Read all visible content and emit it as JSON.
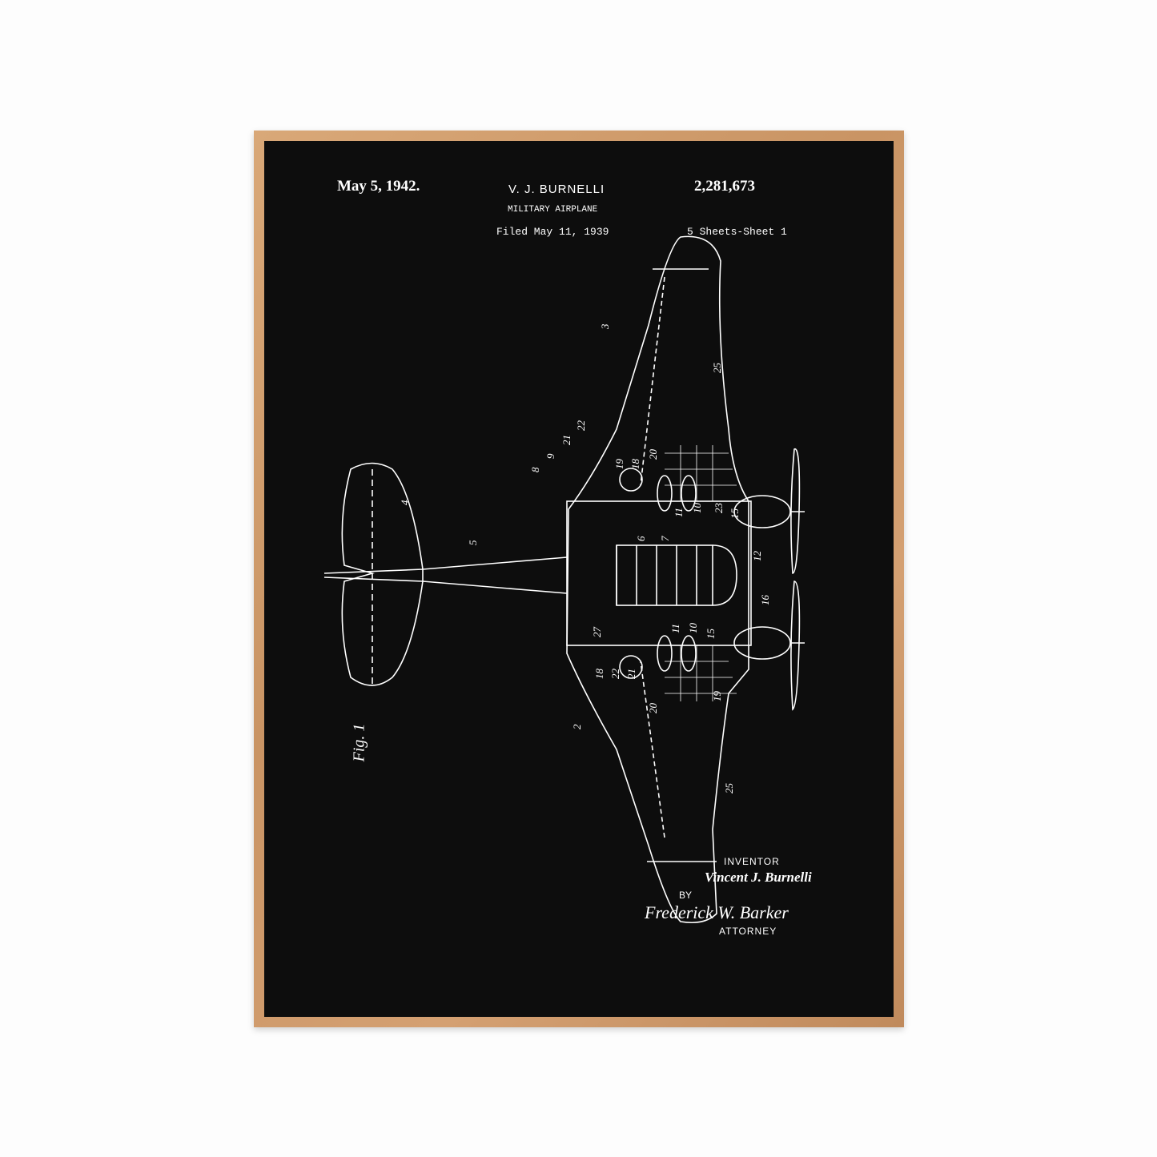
{
  "poster": {
    "date": "May 5, 1942.",
    "inventor_header": "V. J. BURNELLI",
    "patent_number": "2,281,673",
    "title": "MILITARY AIRPLANE",
    "filed": "Filed May 11, 1939",
    "sheets": "5 Sheets-Sheet 1",
    "figure_label": "Fig. 1",
    "inventor_label": "INVENTOR",
    "inventor_signature": "Vincent J. Burnelli",
    "by_label": "BY",
    "attorney_signature": "Frederick W. Barker",
    "attorney_label": "ATTORNEY",
    "reference_numerals": [
      "3",
      "25",
      "22",
      "21",
      "9",
      "8",
      "19",
      "18",
      "20",
      "4",
      "5",
      "10",
      "11",
      "23",
      "15",
      "6",
      "7",
      "12",
      "16",
      "27",
      "18",
      "22",
      "21",
      "10",
      "11",
      "15",
      "19",
      "20",
      "2",
      "25"
    ]
  },
  "colors": {
    "background": "#fdfdfd",
    "frame": "#c99464",
    "poster": "#0d0d0d",
    "ink": "#ffffff"
  }
}
